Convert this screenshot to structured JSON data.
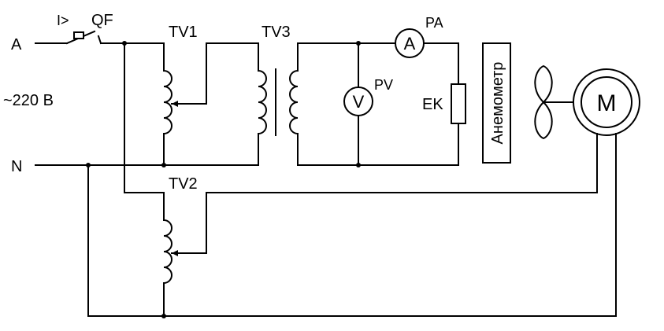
{
  "labels": {
    "phase": "A",
    "neutral": "N",
    "voltage": "~220 В",
    "breaker": "QF",
    "breaker_symbol": "I>",
    "tv1": "TV1",
    "tv2": "TV2",
    "tv3": "TV3",
    "pa": "PA",
    "pv": "PV",
    "ek": "EK"
  },
  "ammeter_symbol": "A",
  "voltmeter_symbol": "V",
  "motor_symbol": "M",
  "anemometer_label": "Анемометр"
}
